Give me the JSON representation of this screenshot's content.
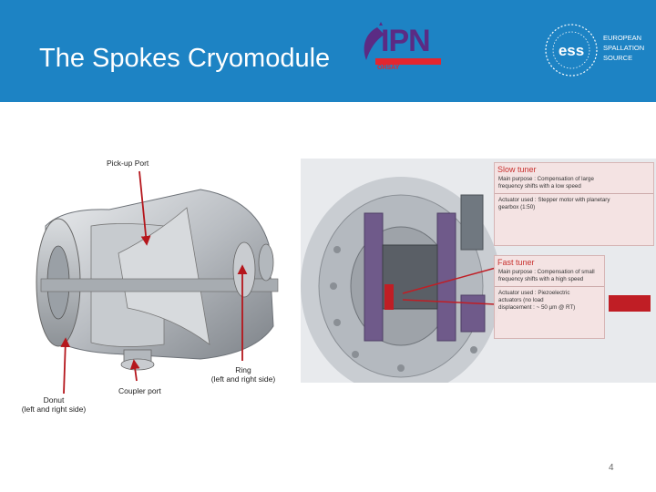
{
  "slide": {
    "title": "The Spokes Cryomodule",
    "page_number": "4"
  },
  "logos": {
    "ipn": {
      "text": "IPN",
      "sub": "ORSAY"
    },
    "ess": {
      "mark": "ess",
      "lines": [
        "EUROPEAN",
        "SPALLATION",
        "SOURCE"
      ]
    }
  },
  "labels": {
    "pickup": "Pick-up Port",
    "coupler": "Coupler port",
    "ring_line1": "Ring",
    "ring_line2": "(left and right side)",
    "donut_line1": "Donut",
    "donut_line2": "(left and right side)"
  },
  "callouts": {
    "slow": {
      "title": "Slow tuner",
      "purpose_line1": "Main purpose : Compensation of large",
      "purpose_line2": "frequency shifts with a low speed",
      "actuator_line1": "Actuator used : Stepper motor with planetary",
      "actuator_line2": "gearbox (1:50)"
    },
    "fast": {
      "title": "Fast tuner",
      "purpose_line1": "Main purpose : Compensation of small",
      "purpose_line2": "frequency shifts with a high speed",
      "actuator_line1": "Actuator used : Piezoelectric",
      "actuator_line2": "actuators (no load",
      "actuator_line3": "displacement : ~ 50 µm @ RT)"
    }
  },
  "colors": {
    "header_bg": "#1d83c4",
    "arrow_red": "#b5161c",
    "callout_title": "#c8312f"
  }
}
